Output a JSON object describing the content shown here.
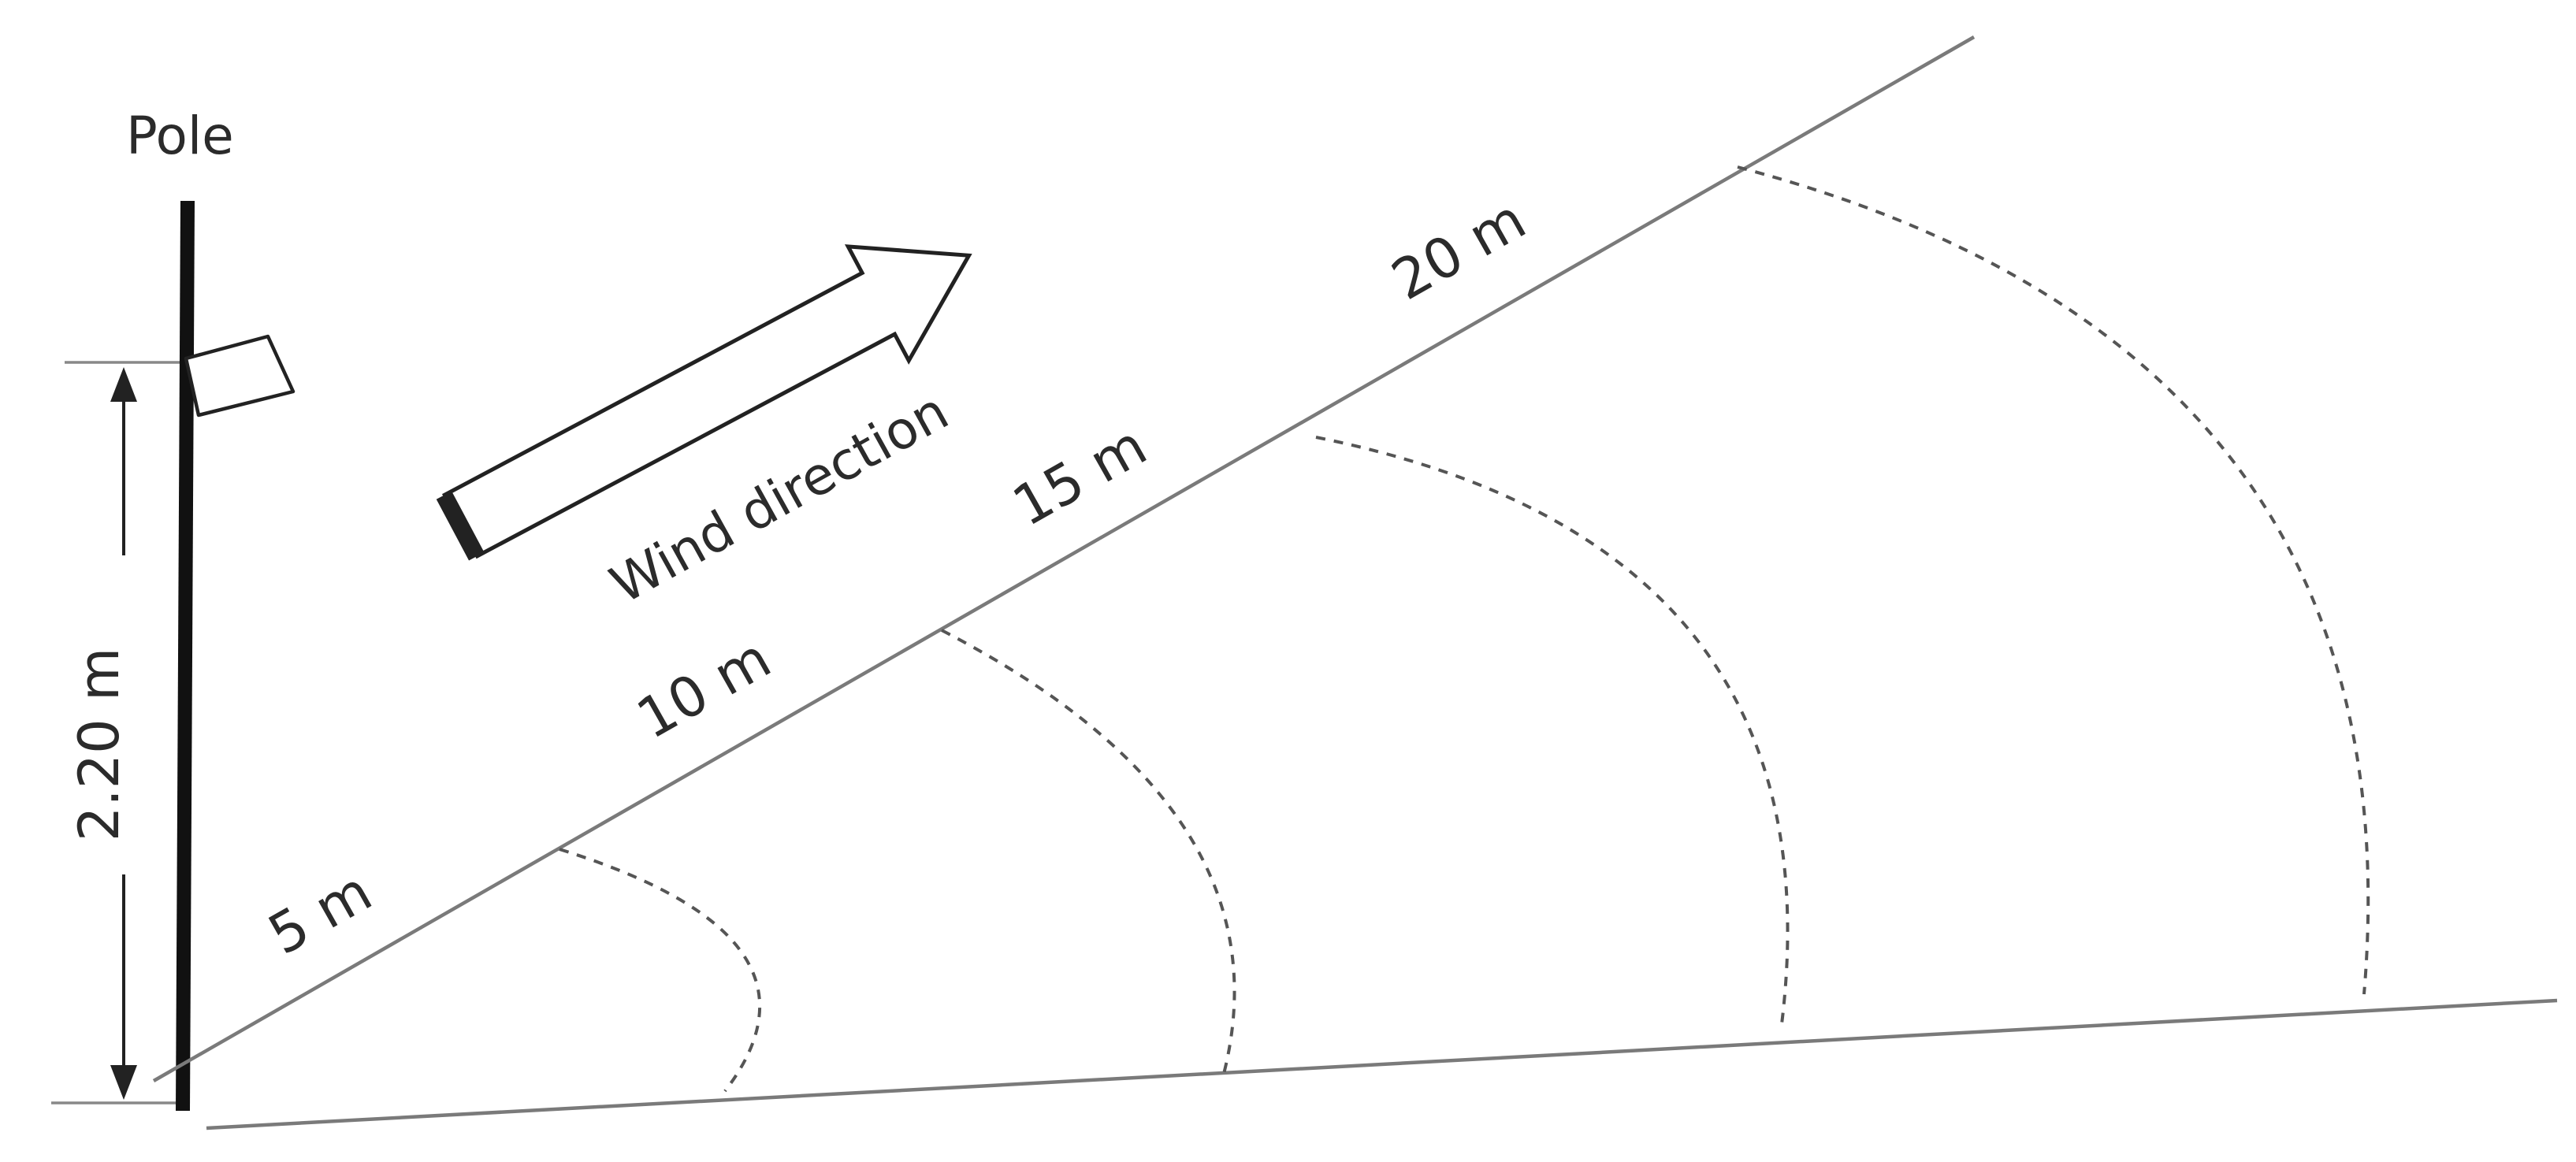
{
  "pole": {
    "label": "Pole"
  },
  "height": {
    "label": "2.20 m"
  },
  "wind": {
    "label": "Wind direction"
  },
  "distances": [
    {
      "label": "5 m"
    },
    {
      "label": "10 m"
    },
    {
      "label": "15 m"
    },
    {
      "label": "20 m"
    }
  ]
}
